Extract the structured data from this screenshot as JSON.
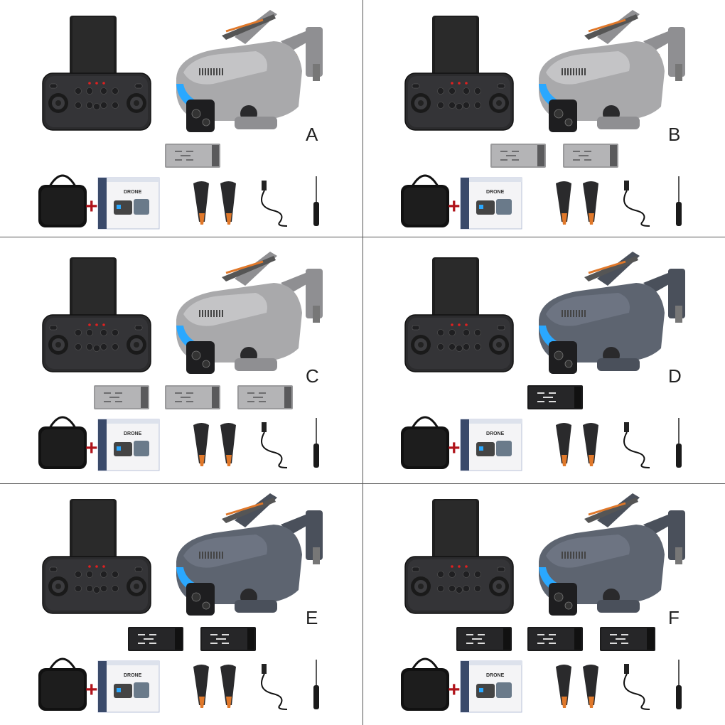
{
  "panels": [
    {
      "letter": "A",
      "drone_color": "light-gray",
      "battery_count": 1,
      "battery_color": "gray"
    },
    {
      "letter": "B",
      "drone_color": "light-gray",
      "battery_count": 2,
      "battery_color": "gray"
    },
    {
      "letter": "C",
      "drone_color": "light-gray",
      "battery_count": 3,
      "battery_color": "gray"
    },
    {
      "letter": "D",
      "drone_color": "dark-gray",
      "battery_count": 1,
      "battery_color": "black"
    },
    {
      "letter": "E",
      "drone_color": "dark-gray",
      "battery_count": 2,
      "battery_color": "black"
    },
    {
      "letter": "F",
      "drone_color": "dark-gray",
      "battery_count": 3,
      "battery_color": "black"
    }
  ],
  "package_box": {
    "title": "DRONE"
  },
  "accessories": [
    "carry-bag",
    "package-box",
    "propellers",
    "usb-cable",
    "screwdriver"
  ],
  "colors": {
    "light_drone": "#a9a9ab",
    "dark_drone": "#5d6470",
    "accent_orange": "#e0782a",
    "led_blue": "#2aa8ff",
    "plus_red": "#b0141b"
  }
}
